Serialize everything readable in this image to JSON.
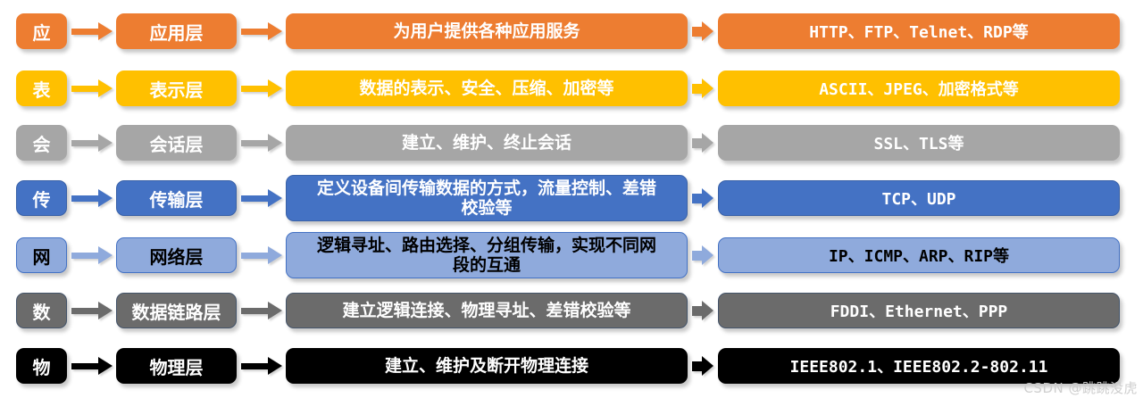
{
  "watermark": "CSDN @跳跳没虎",
  "colors": {
    "background": "#FFFFFF"
  },
  "rows": [
    {
      "abbr": "应",
      "layer": "应用层",
      "description": "为用户提供各种应用服务",
      "examples": "HTTP、FTP、Telnet、RDP等",
      "fill": "#ED7D31",
      "text_color": "#FFFFFF",
      "border": "#ED7D31"
    },
    {
      "abbr": "表",
      "layer": "表示层",
      "description": "数据的表示、安全、压缩、加密等",
      "examples": "ASCII、JPEG、加密格式等",
      "fill": "#FFC000",
      "text_color": "#FFFFFF",
      "border": "#FFC000"
    },
    {
      "abbr": "会",
      "layer": "会话层",
      "description": "建立、维护、终止会话",
      "examples": "SSL、TLS等",
      "fill": "#A6A6A6",
      "text_color": "#FFFFFF",
      "border": "#A6A6A6"
    },
    {
      "abbr": "传",
      "layer": "传输层",
      "description": "定义设备间传输数据的方式，流量控制、差错\n校验等",
      "examples": "TCP、UDP",
      "fill": "#4472C4",
      "text_color": "#FFFFFF",
      "border": "#3A62A8"
    },
    {
      "abbr": "网",
      "layer": "网络层",
      "description": "逻辑寻址、路由选择、分组传输，实现不同网\n段的互通",
      "examples": "IP、ICMP、ARP、RIP等",
      "fill": "#8FAADC",
      "text_color": "#000000",
      "border": "#4472C4"
    },
    {
      "abbr": "数",
      "layer": "数据链路层",
      "description": "建立逻辑连接、物理寻址、差错校验等",
      "examples": "FDDI、Ethernet、PPP",
      "fill": "#6B6B6B",
      "text_color": "#FFFFFF",
      "border": "#44546A"
    },
    {
      "abbr": "物",
      "layer": "物理层",
      "description": "建立、维护及断开物理连接",
      "examples": "IEEE802.1、IEEE802.2-802.11",
      "fill": "#000000",
      "text_color": "#FFFFFF",
      "border": "#000000"
    }
  ]
}
